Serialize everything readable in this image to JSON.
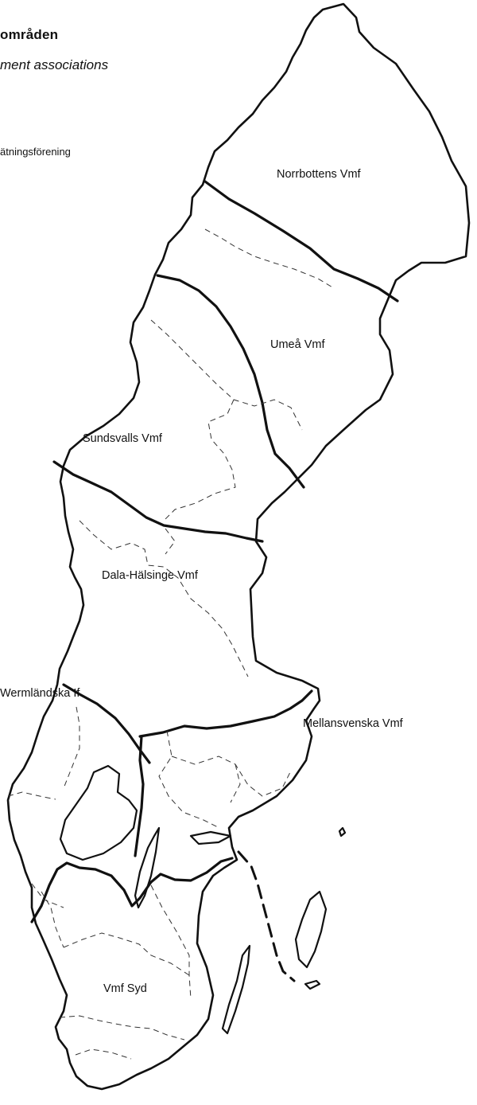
{
  "header": {
    "title": "områden",
    "subtitle": "ment associations",
    "legend_text": "ätningsförening"
  },
  "map": {
    "regions": [
      {
        "id": "norrbotten",
        "label": "Norrbottens Vmf"
      },
      {
        "id": "umea",
        "label": "Umeå Vmf"
      },
      {
        "id": "sundsvall",
        "label": "Sundsvalls Vmf"
      },
      {
        "id": "dala",
        "label": "Dala-Hälsinge Vmf"
      },
      {
        "id": "wermland",
        "label": "Wermländska If"
      },
      {
        "id": "mellansvenska",
        "label": "Mellansvenska Vmf"
      },
      {
        "id": "syd",
        "label": "Vmf Syd"
      }
    ],
    "line_color": "#111111",
    "background": "#ffffff"
  }
}
